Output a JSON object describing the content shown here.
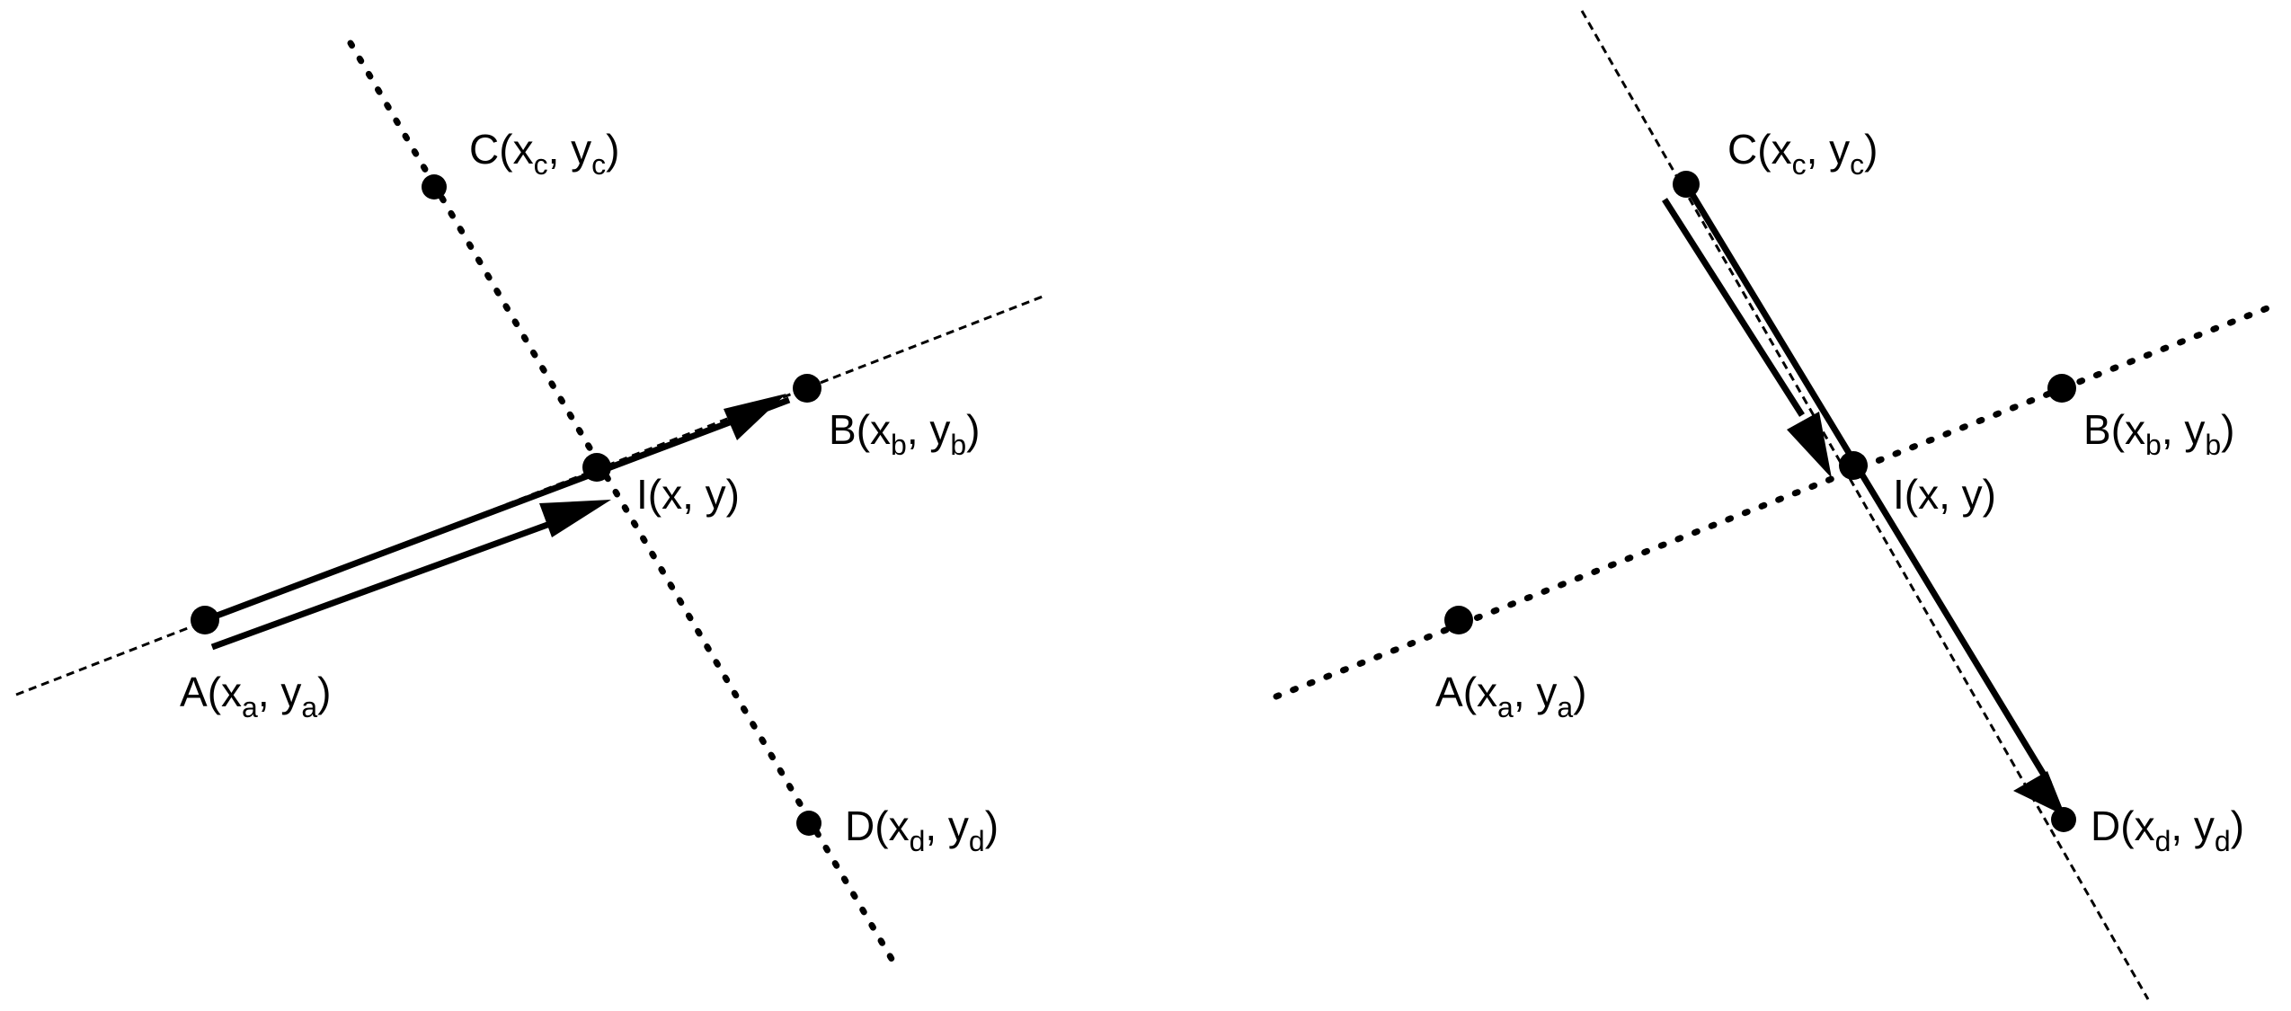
{
  "panels": [
    {
      "id": "left",
      "points": {
        "A": {
          "letter": "A",
          "x": "x",
          "x_sub": "a",
          "y": "y",
          "y_sub": "a"
        },
        "B": {
          "letter": "B",
          "x": "x",
          "x_sub": "b",
          "y": "y",
          "y_sub": "b"
        },
        "C": {
          "letter": "C",
          "x": "x",
          "x_sub": "c",
          "y": "y",
          "y_sub": "c"
        },
        "D": {
          "letter": "D",
          "x": "x",
          "x_sub": "d",
          "y": "y",
          "y_sub": "d"
        },
        "I": {
          "text": "I(x, y)"
        }
      }
    },
    {
      "id": "right",
      "points": {
        "A": {
          "letter": "A",
          "x": "x",
          "x_sub": "a",
          "y": "y",
          "y_sub": "a"
        },
        "B": {
          "letter": "B",
          "x": "x",
          "x_sub": "b",
          "y": "y",
          "y_sub": "b"
        },
        "C": {
          "letter": "C",
          "x": "x",
          "x_sub": "c",
          "y": "y",
          "y_sub": "c"
        },
        "D": {
          "letter": "D",
          "x": "x",
          "x_sub": "d",
          "y": "y",
          "y_sub": "d"
        },
        "I": {
          "text": "I(x, y)"
        }
      }
    }
  ],
  "colors": {
    "ink": "#000000",
    "background": "#ffffff"
  }
}
